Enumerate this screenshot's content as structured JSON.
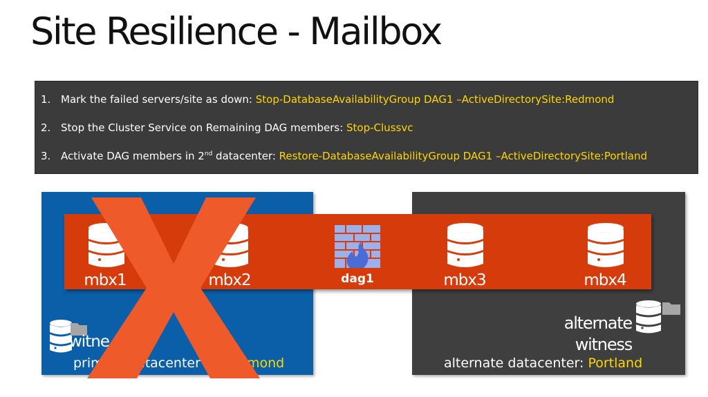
{
  "slide": {
    "title": "Site Resilience - Mailbox"
  },
  "steps": [
    {
      "num": "1.",
      "text": "Mark the failed servers/site as down: ",
      "cmd": "Stop-DatabaseAvailabilityGroup DAG1 –ActiveDirectorySite:Redmond"
    },
    {
      "num": "2.",
      "text": "Stop the Cluster Service on Remaining DAG members: ",
      "cmd": "Stop-Clussvc"
    },
    {
      "num": "3.",
      "text_before": "Activate DAG members in 2",
      "sup": "nd",
      "text_after": " datacenter: ",
      "cmd": "Restore-DatabaseAvailabilityGroup DAG1 –ActiveDirectorySite:Portland"
    }
  ],
  "dag": {
    "label": "dag1",
    "icon": "firewall-icon"
  },
  "servers": {
    "mbx1": "mbx1",
    "mbx2": "mbx2",
    "mbx3": "mbx3",
    "mbx4": "mbx4"
  },
  "primary_site": {
    "witness_label": "witne",
    "caption_prefix": "prim",
    "caption_middle": "datacenter",
    "caption_city": "mond"
  },
  "alternate_site": {
    "witness_line1": "alternate",
    "witness_line2": "witness",
    "caption_prefix": "alternate datacenter: ",
    "caption_city": "Portland"
  },
  "colors": {
    "primary_site": "#0a5fa8",
    "alternate_site": "#3f3f3f",
    "dag_band": "#d53b0b",
    "failure_x": "#ef5a2b",
    "command_text": "#ffd700"
  }
}
